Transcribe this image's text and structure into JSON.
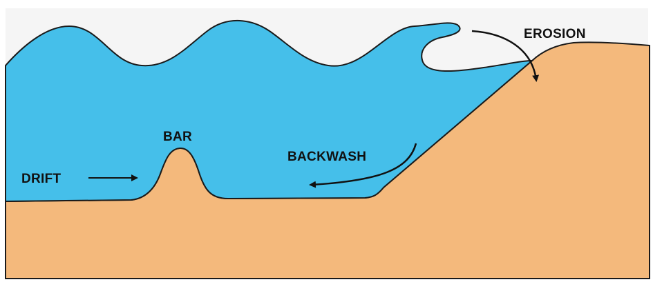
{
  "labels": {
    "erosion": "EROSION",
    "bar": "BAR",
    "drift": "DRIFT",
    "backwash": "BACKWASH"
  },
  "colors": {
    "water": "#45BFEA",
    "land": "#F4B97C",
    "sky": "#F5F5F5",
    "outline": "#1a1a1a"
  }
}
